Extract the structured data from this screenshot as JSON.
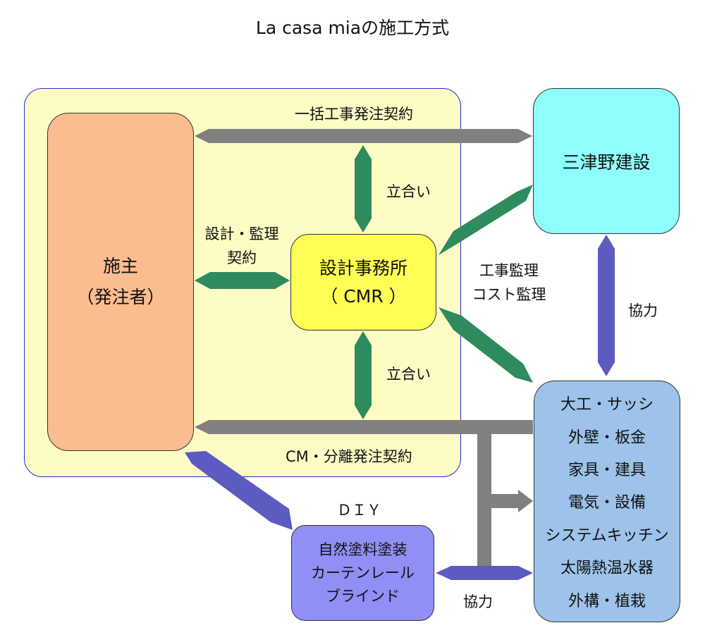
{
  "title": "La casa miaの施工方式",
  "nodes": {
    "owner": [
      "施主",
      "（発注者）"
    ],
    "cmr": [
      "設計事務所",
      "（ CMR ）"
    ],
    "builder": "三津野建設",
    "trades": [
      "大工・サッシ",
      "外壁・板金",
      "家具・建具",
      "電気・設備",
      "システムキッチン",
      "太陽熱温水器",
      "外構・植栽"
    ],
    "diy_heading": "ＤＩＹ",
    "diy": [
      "自然塗料塗装",
      "カーテンレール",
      "ブラインド"
    ]
  },
  "labels": {
    "lump_sum": "一括工事発注契約",
    "witness_top": "立合い",
    "design_contract": [
      "設計・監理",
      "契約"
    ],
    "supervision": [
      "工事監理",
      "コスト監理"
    ],
    "cooperation_right": "協力",
    "witness_bottom": "立合い",
    "cm_contract": "CM・分離発注契約",
    "cooperation_bottom": "協力"
  },
  "colors": {
    "zone_fill": "#fdfcc5",
    "zone_border": "#2a2ad0",
    "owner_fill": "#fbbd8f",
    "cmr_fill": "#fefe54",
    "builder_fill": "#8ffffd",
    "trades_fill": "#9dc3ea",
    "diy_fill": "#8f8ff5",
    "arrow_gray": "#808080",
    "arrow_green": "#2e8b5e",
    "arrow_purple": "#5b5bc0"
  }
}
